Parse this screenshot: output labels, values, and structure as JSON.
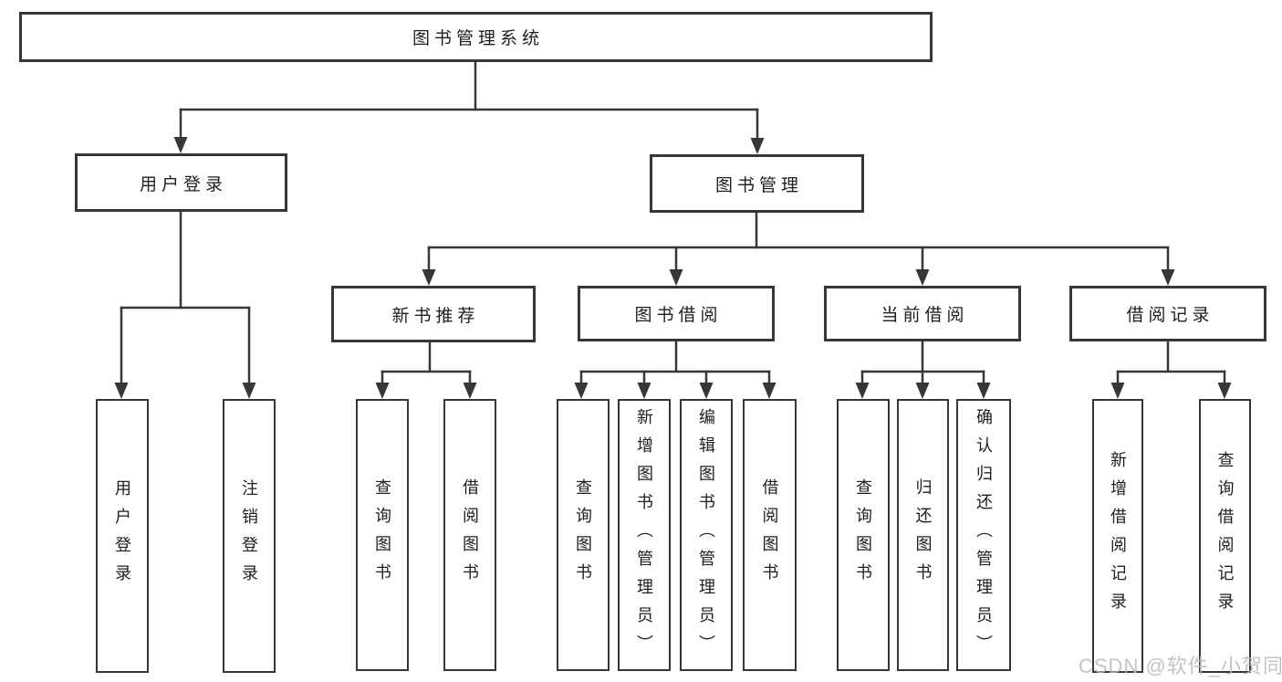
{
  "diagram": {
    "title": "图书管理系统",
    "tree": {
      "label": "图书管理系统",
      "children": [
        {
          "label": "用户登录",
          "children": [
            {
              "label": "用户登录"
            },
            {
              "label": "注销登录"
            }
          ]
        },
        {
          "label": "图书管理",
          "children": [
            {
              "label": "新书推荐",
              "children": [
                {
                  "label": "查询图书"
                },
                {
                  "label": "借阅图书"
                }
              ]
            },
            {
              "label": "图书借阅",
              "children": [
                {
                  "label": "查询图书"
                },
                {
                  "label": "新增图书（管理员）"
                },
                {
                  "label": "编辑图书（管理员）"
                },
                {
                  "label": "借阅图书"
                }
              ]
            },
            {
              "label": "当前借阅",
              "children": [
                {
                  "label": "查询图书"
                },
                {
                  "label": "归还图书"
                },
                {
                  "label": "确认归还（管理员）"
                }
              ]
            },
            {
              "label": "借阅记录",
              "children": [
                {
                  "label": "新增借阅记录"
                },
                {
                  "label": "查询借阅记录"
                }
              ]
            }
          ]
        }
      ]
    },
    "line_color": "#373737"
  },
  "watermark": {
    "text": "CSDN @软件_小贺同学"
  }
}
